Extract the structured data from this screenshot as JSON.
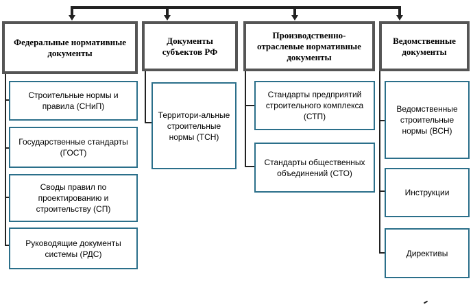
{
  "diagram": {
    "categories": [
      {
        "title": "Федеральные нормативные документы",
        "items": [
          "Строительные нормы и правила (СНиП)",
          "Государственные стандарты (ГОСТ)",
          "Своды правил по проектированию и строительству (СП)",
          "Руководящие документы системы (РДС)"
        ]
      },
      {
        "title": "Документы субъектов РФ",
        "items": [
          "Территори-альные строительные нормы (ТСН)"
        ]
      },
      {
        "title": "Производственно-отраслевые нормативные документы",
        "items": [
          "Стандарты предприятий строительного комплекса (СТП)",
          "Стандарты общественных объединений (СТО)"
        ]
      },
      {
        "title": "Ведомственные документы",
        "items": [
          "Ведомственные строительные нормы (ВСН)",
          "Инструкции",
          "Директивы"
        ]
      }
    ]
  }
}
